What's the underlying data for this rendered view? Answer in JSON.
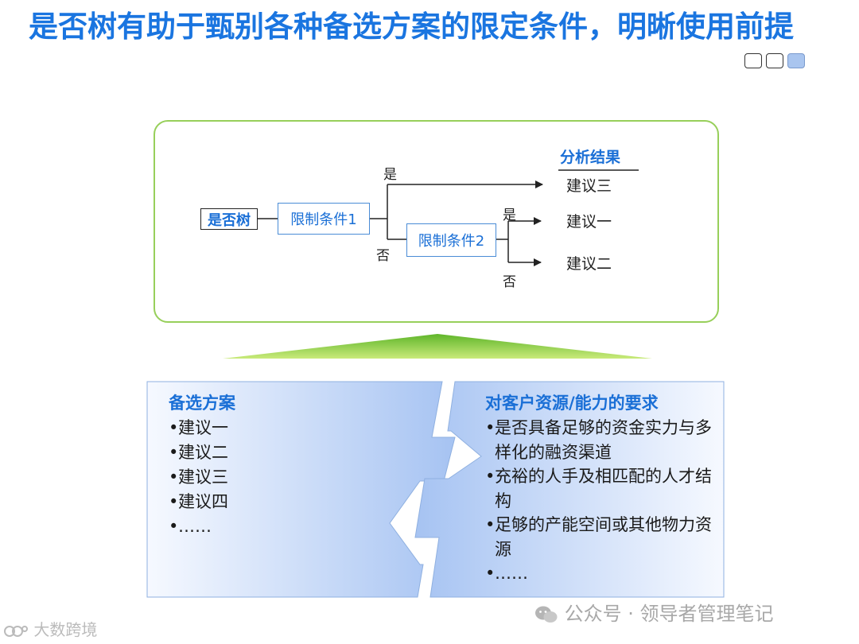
{
  "title": "是否树有助于甄别各种备选方案的限定条件，明晰使用前提",
  "tree": {
    "root": "是否树",
    "condition1": "限制条件1",
    "condition2": "限制条件2",
    "yes1": "是",
    "no1": "否",
    "yes2": "是",
    "no2": "否",
    "results_header": "分析结果",
    "results": [
      "建议三",
      "建议一",
      "建议二"
    ]
  },
  "alternatives": {
    "heading": "备选方案",
    "items": [
      "建议一",
      "建议二",
      "建议三",
      "建议四",
      "……"
    ]
  },
  "requirements": {
    "heading": "对客户资源/能力的要求",
    "items": [
      "是否具备足够的资金实力与多样化的融资渠道",
      "充裕的人手及相匹配的人才结构",
      "足够的产能空间或其他物力资源",
      "……"
    ]
  },
  "watermarks": {
    "right": "公众号 · 领导者管理笔记",
    "left": "大数跨境"
  },
  "colors": {
    "title": "#1a75e0",
    "panel_border": "#97cf5a",
    "accent_blue": "#1a6fd6",
    "box_fill_light": "#f4f8ff",
    "box_fill_dark": "#a9c5f2"
  }
}
